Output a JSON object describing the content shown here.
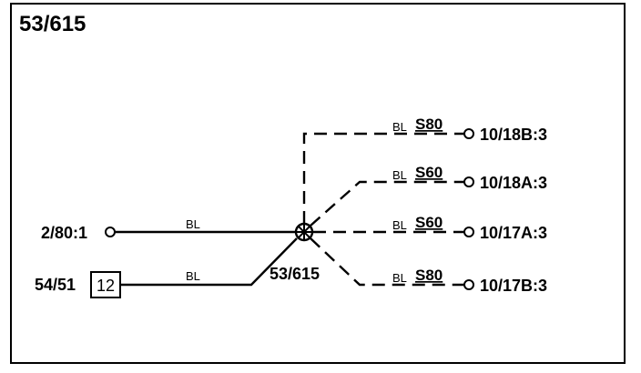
{
  "diagram": {
    "title": "53/615",
    "splice_label": "53/615",
    "left_connections": [
      {
        "label": "2/80:1",
        "wire_color": "BL"
      },
      {
        "label": "54/51",
        "box_number": "12",
        "wire_color": "BL"
      }
    ],
    "right_connections": [
      {
        "label": "10/18B:3",
        "wire_color": "BL",
        "variant": "S80"
      },
      {
        "label": "10/18A:3",
        "wire_color": "BL",
        "variant": "S60"
      },
      {
        "label": "10/17A:3",
        "wire_color": "BL",
        "variant": "S60"
      },
      {
        "label": "10/17B:3",
        "wire_color": "BL",
        "variant": "S80"
      }
    ]
  }
}
